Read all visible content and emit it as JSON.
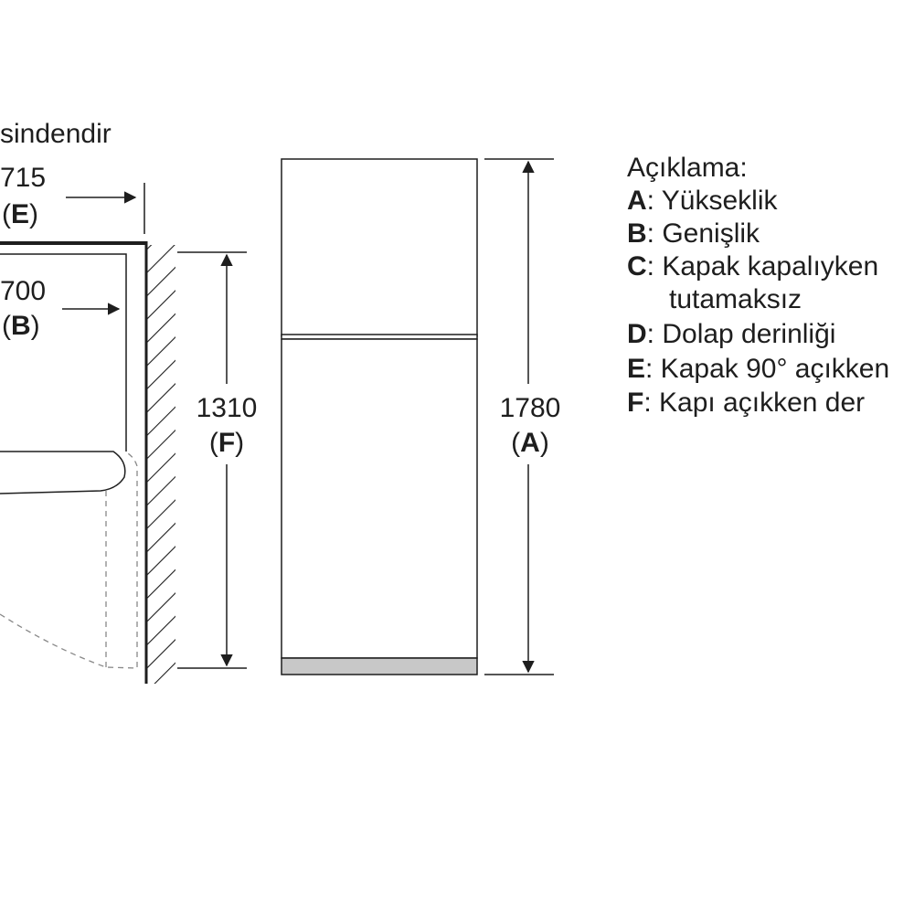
{
  "header_fragment": "sindendir",
  "dimensions": {
    "E": {
      "value": "715",
      "letter": "E"
    },
    "B": {
      "value": "700",
      "letter": "B"
    },
    "F": {
      "value": "1310",
      "letter": "F"
    },
    "A": {
      "value": "1780",
      "letter": "A"
    }
  },
  "legend": {
    "title": "Açıklama:",
    "items": [
      {
        "key": "A",
        "text": ": Yükseklik"
      },
      {
        "key": "B",
        "text": ": Genişlik"
      },
      {
        "key": "C",
        "text": ": Kapak kapalıyken"
      },
      {
        "key": "",
        "text": "tutamaksız"
      },
      {
        "key": "D",
        "text": ": Dolap derinliği"
      },
      {
        "key": "E",
        "text": ": Kapak 90° açıkken"
      },
      {
        "key": "F",
        "text": ": Kapı açıkken der"
      }
    ]
  },
  "colors": {
    "ink": "#1e1e1e",
    "base_plinth": "#c8c8c8",
    "dashed": "#888888"
  }
}
